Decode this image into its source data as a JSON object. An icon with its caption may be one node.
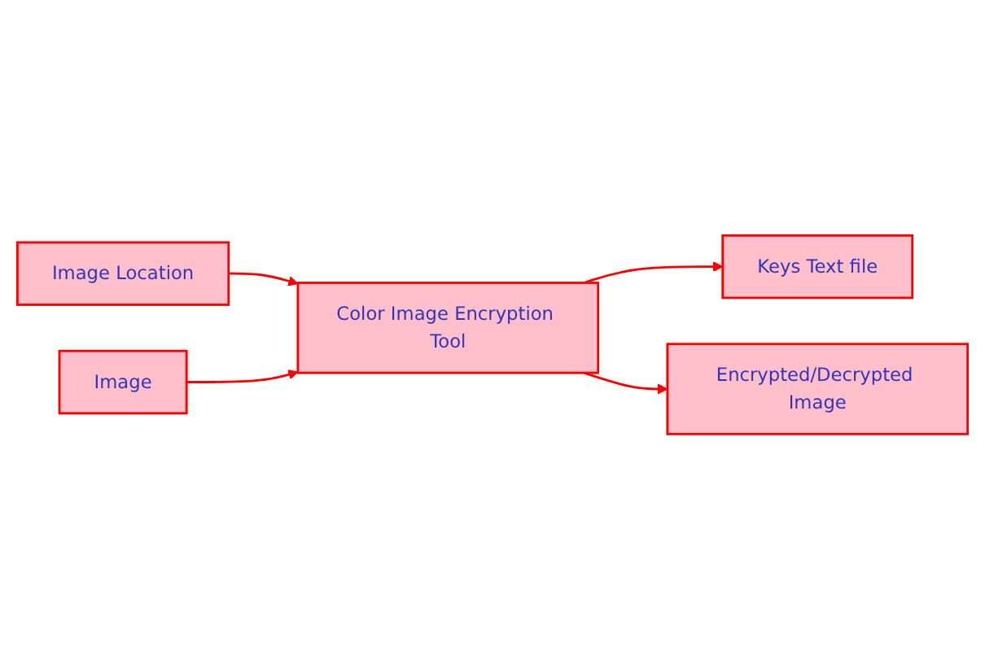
{
  "diagram": {
    "nodes": [
      {
        "text": [
          "Image Location"
        ]
      },
      {
        "text": [
          "Image"
        ]
      },
      {
        "text": [
          "Color Image Encryption Tool"
        ]
      },
      {
        "text": [
          "Keys Text file"
        ]
      },
      {
        "text": [
          "Encrypted/Decrypted Image"
        ]
      }
    ],
    "edges": [
      {
        "from": 0,
        "to": 2,
        "arrow": "to"
      },
      {
        "from": 1,
        "to": 2,
        "arrow": "to"
      },
      {
        "from": 2,
        "to": 3,
        "arrow": "to"
      },
      {
        "from": 2,
        "to": 4,
        "arrow": "to"
      }
    ]
  }
}
